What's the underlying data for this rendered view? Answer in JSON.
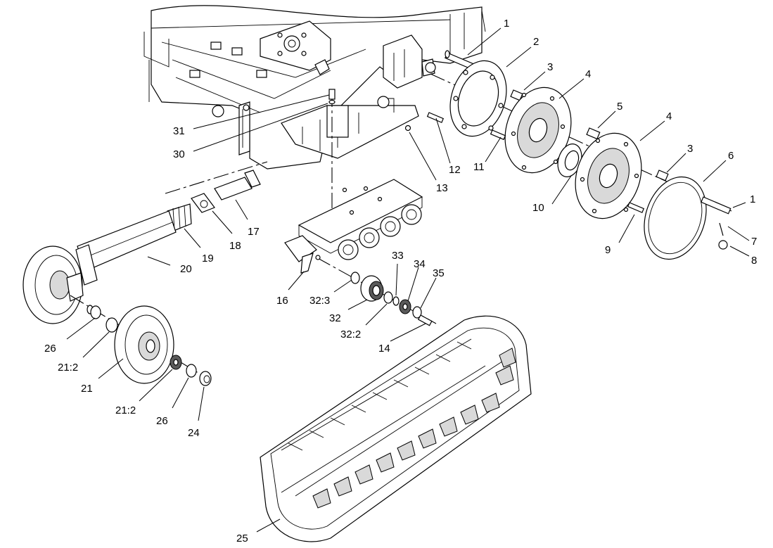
{
  "diagram": {
    "type": "exploded parts diagram",
    "callouts": [
      {
        "id": "c-1a",
        "text": "1"
      },
      {
        "id": "c-2",
        "text": "2"
      },
      {
        "id": "c-3a",
        "text": "3"
      },
      {
        "id": "c-4a",
        "text": "4"
      },
      {
        "id": "c-5",
        "text": "5"
      },
      {
        "id": "c-4b",
        "text": "4"
      },
      {
        "id": "c-3b",
        "text": "3"
      },
      {
        "id": "c-6",
        "text": "6"
      },
      {
        "id": "c-1b",
        "text": "1"
      },
      {
        "id": "c-7",
        "text": "7"
      },
      {
        "id": "c-8",
        "text": "8"
      },
      {
        "id": "c-9",
        "text": "9"
      },
      {
        "id": "c-10",
        "text": "10"
      },
      {
        "id": "c-11",
        "text": "11"
      },
      {
        "id": "c-12",
        "text": "12"
      },
      {
        "id": "c-13",
        "text": "13"
      },
      {
        "id": "c-31",
        "text": "31"
      },
      {
        "id": "c-30",
        "text": "30"
      },
      {
        "id": "c-17",
        "text": "17"
      },
      {
        "id": "c-18",
        "text": "18"
      },
      {
        "id": "c-19",
        "text": "19"
      },
      {
        "id": "c-20",
        "text": "20"
      },
      {
        "id": "c-16",
        "text": "16"
      },
      {
        "id": "c-32-3",
        "text": "32:3"
      },
      {
        "id": "c-33",
        "text": "33"
      },
      {
        "id": "c-34",
        "text": "34"
      },
      {
        "id": "c-35",
        "text": "35"
      },
      {
        "id": "c-32",
        "text": "32"
      },
      {
        "id": "c-32-2",
        "text": "32:2"
      },
      {
        "id": "c-14",
        "text": "14"
      },
      {
        "id": "c-26a",
        "text": "26"
      },
      {
        "id": "c-21-2a",
        "text": "21:2"
      },
      {
        "id": "c-21",
        "text": "21"
      },
      {
        "id": "c-21-2b",
        "text": "21:2"
      },
      {
        "id": "c-26b",
        "text": "26"
      },
      {
        "id": "c-24",
        "text": "24"
      },
      {
        "id": "c-25",
        "text": "25"
      }
    ]
  }
}
